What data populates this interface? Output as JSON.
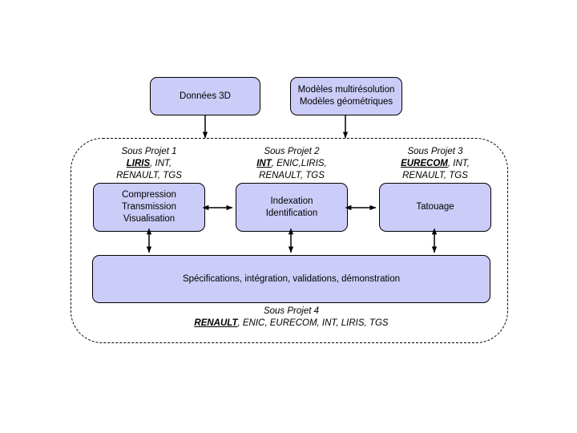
{
  "diagram": {
    "title_text": "",
    "colors": {
      "box_fill": "#ccccf8",
      "box_border": "#000000",
      "background": "#ffffff",
      "arrow": "#000000",
      "dashed_border": "#000000"
    },
    "inputs": [
      {
        "id": "donnees-3d",
        "text": "Données 3D"
      },
      {
        "id": "modeles",
        "line1": "Modèles multirésolution",
        "line2": "Modèles géométriques"
      }
    ],
    "subprojects": [
      {
        "id": "sous-projet-1",
        "title": "Sous Projet 1",
        "lead": "LIRIS",
        "partners": ", INT,",
        "partners_line2": "RENAULT, TGS"
      },
      {
        "id": "sous-projet-2",
        "title": "Sous Projet 2",
        "lead": "INT",
        "partners": ", ENIC,LIRIS,",
        "partners_line2": "RENAULT, TGS"
      },
      {
        "id": "sous-projet-3",
        "title": "Sous Projet 3",
        "lead": "EURECOM",
        "partners": ", INT,",
        "partners_line2": "RENAULT, TGS"
      }
    ],
    "process_boxes": [
      {
        "id": "compression",
        "line1": "Compression",
        "line2": "Transmission",
        "line3": "Visualisation"
      },
      {
        "id": "indexation",
        "line1": "Indexation",
        "line2": "Identification",
        "line3": ""
      },
      {
        "id": "tatouage",
        "line1": "Tatouage",
        "line2": "",
        "line3": ""
      }
    ],
    "integration_box": {
      "id": "specifications",
      "text": "Spécifications, intégration, validations, démonstration"
    },
    "footer": {
      "id": "sous-projet-4",
      "title": "Sous Projet 4",
      "lead": "RENAULT",
      "partners": ", ENIC, EURECOM, INT, LIRIS, TGS"
    },
    "connectors": [
      {
        "id": "donnees-to-region",
        "kind": "arrow-down"
      },
      {
        "id": "modeles-to-region",
        "kind": "arrow-down"
      },
      {
        "id": "compression-indexation",
        "kind": "double-arrow-horizontal"
      },
      {
        "id": "indexation-tatouage",
        "kind": "double-arrow-horizontal"
      },
      {
        "id": "compression-specifications",
        "kind": "double-arrow-vertical"
      },
      {
        "id": "indexation-specifications",
        "kind": "double-arrow-vertical"
      },
      {
        "id": "tatouage-specifications",
        "kind": "double-arrow-vertical"
      }
    ]
  }
}
